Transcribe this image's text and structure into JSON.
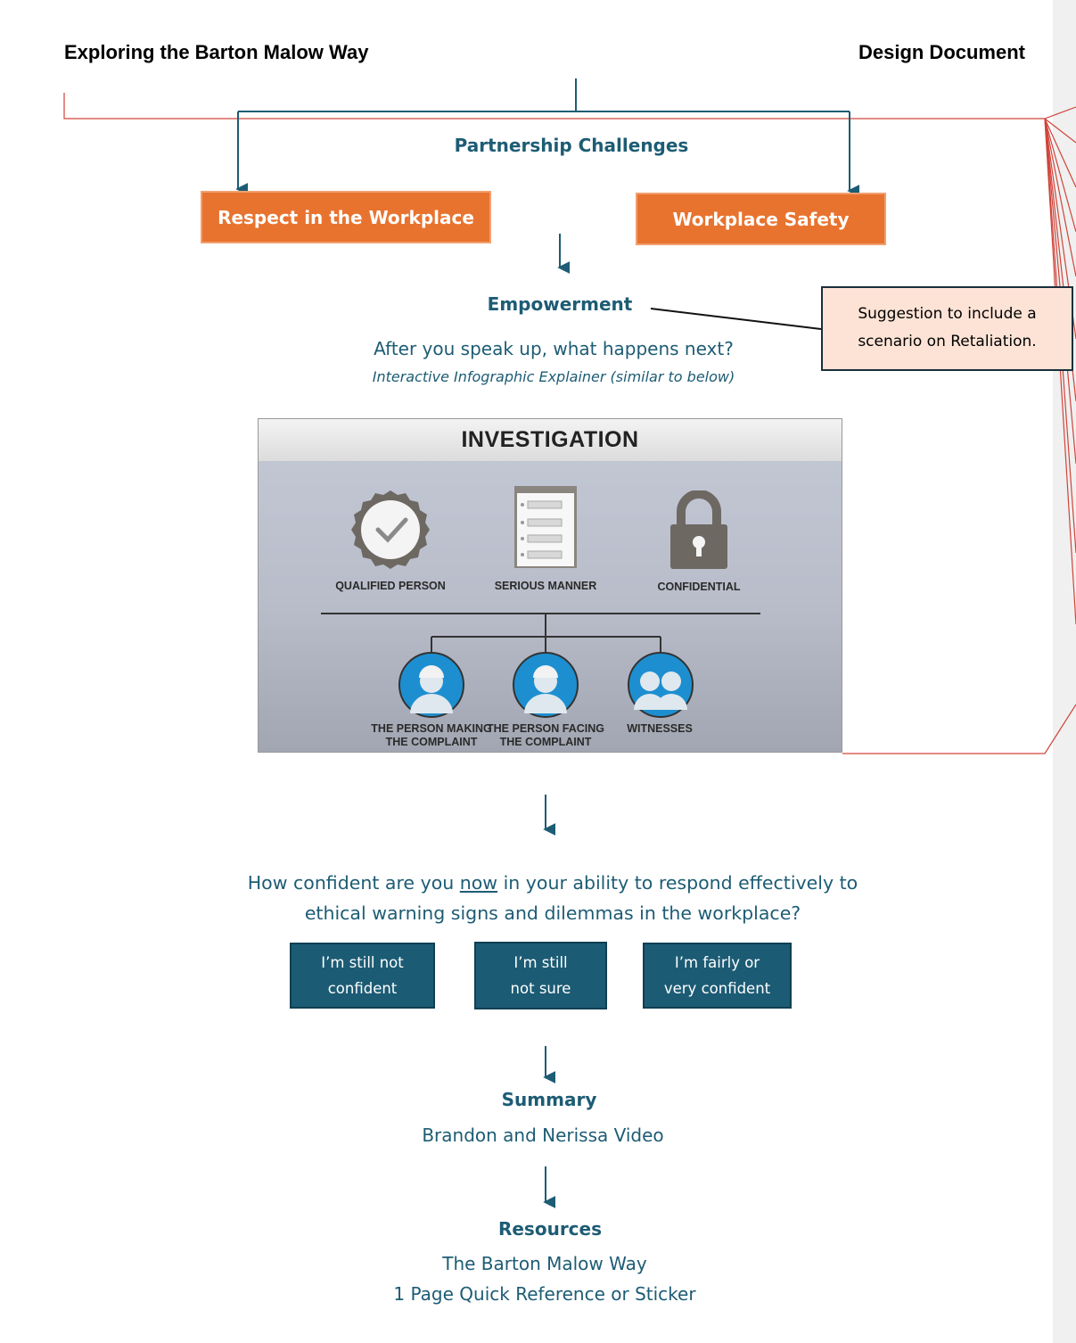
{
  "header": {
    "left_title": "Exploring the Barton Malow Way",
    "right_title": "Design Document"
  },
  "flow": {
    "partnership_challenges": "Partnership Challenges",
    "box_respect": "Respect in the Workplace",
    "box_safety": "Workplace Safety",
    "empowerment_heading": "Empowerment",
    "empowerment_question": "After you speak up, what happens next?",
    "empowerment_note": "Interactive Infographic Explainer (similar to below)"
  },
  "comment": {
    "line1": "Suggestion to include a",
    "line2": "scenario on Retaliation."
  },
  "infographic": {
    "title": "INVESTIGATION",
    "qualified": "QUALIFIED PERSON",
    "serious": "SERIOUS MANNER",
    "confidential": "CONFIDENTIAL",
    "person_making_1": "THE PERSON MAKING",
    "person_making_2": "THE COMPLAINT",
    "person_facing_1": "THE PERSON FACING",
    "person_facing_2": "THE COMPLAINT",
    "witnesses": "WITNESSES",
    "icon_qualified": "badge-check-icon",
    "icon_serious": "document-flow-icon",
    "icon_confidential": "padlock-icon",
    "icon_person": "worker-avatar-icon",
    "icon_witnesses": "group-avatar-icon"
  },
  "confidence": {
    "question_part1": "How confident are you ",
    "question_now": "now",
    "question_part2": " in your ability to respond effectively to",
    "question_line2": "ethical warning signs and dilemmas in the workplace?",
    "option1_line1": "I’m still not",
    "option1_line2": "confident",
    "option2_line1": "I’m still",
    "option2_line2": "not sure",
    "option3_line1": "I’m fairly or",
    "option3_line2": "very confident"
  },
  "summary": {
    "heading": "Summary",
    "item": "Brandon and Nerissa Video"
  },
  "resources": {
    "heading": "Resources",
    "item1": "The Barton Malow Way",
    "item2": "1 Page Quick Reference or Sticker"
  },
  "colors": {
    "teal": "#1d5c74",
    "orange": "#e8732f",
    "comment_bg": "#fce3d6",
    "markup_red": "#d0443a"
  }
}
